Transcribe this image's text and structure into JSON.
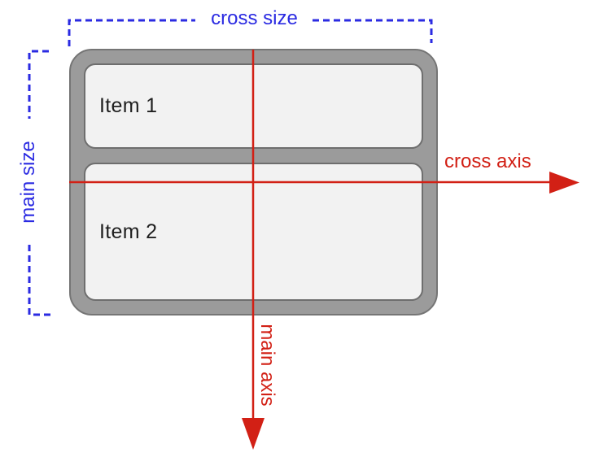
{
  "diagram": {
    "title": "flexbox main and cross axis diagram",
    "container": {
      "items": [
        {
          "label": "Item 1"
        },
        {
          "label": "Item 2"
        }
      ]
    },
    "labels": {
      "cross_size": "cross size",
      "main_size": "main size",
      "cross_axis": "cross axis",
      "main_axis": "main axis"
    },
    "colors": {
      "size_blue": "#2B2BE2",
      "axis_red": "#D22015",
      "container_fill": "#9B9B9B",
      "container_border": "#757575",
      "item_fill": "#F2F2F2",
      "item_border": "#6E6E6E",
      "item_text": "#1F1F1F",
      "background": "#FFFFFF"
    }
  }
}
